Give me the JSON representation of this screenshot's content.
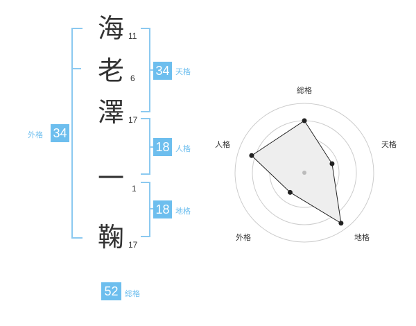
{
  "name": {
    "chars": [
      {
        "char": "海",
        "strokes": "11"
      },
      {
        "char": "老",
        "strokes": "6"
      },
      {
        "char": "澤",
        "strokes": "17"
      },
      {
        "char": "一",
        "strokes": "1"
      },
      {
        "char": "鞠",
        "strokes": "17"
      }
    ]
  },
  "kaku": {
    "tenkaku": {
      "value": "34",
      "label": "天格"
    },
    "jinkaku": {
      "value": "18",
      "label": "人格"
    },
    "chikaku": {
      "value": "18",
      "label": "地格"
    },
    "gaikaku": {
      "value": "34",
      "label": "外格"
    },
    "soukaku": {
      "value": "52",
      "label": "総格"
    }
  },
  "colors": {
    "accent": "#6dbeee",
    "bracket": "#8bc9f0",
    "text": "#333333",
    "radar_fill": "#eeeeee"
  },
  "chart_data": {
    "type": "radar",
    "axes": [
      "総格",
      "天格",
      "地格",
      "外格",
      "人格"
    ],
    "values": [
      0.75,
      0.42,
      0.9,
      0.35,
      0.8
    ],
    "rings": 4
  }
}
